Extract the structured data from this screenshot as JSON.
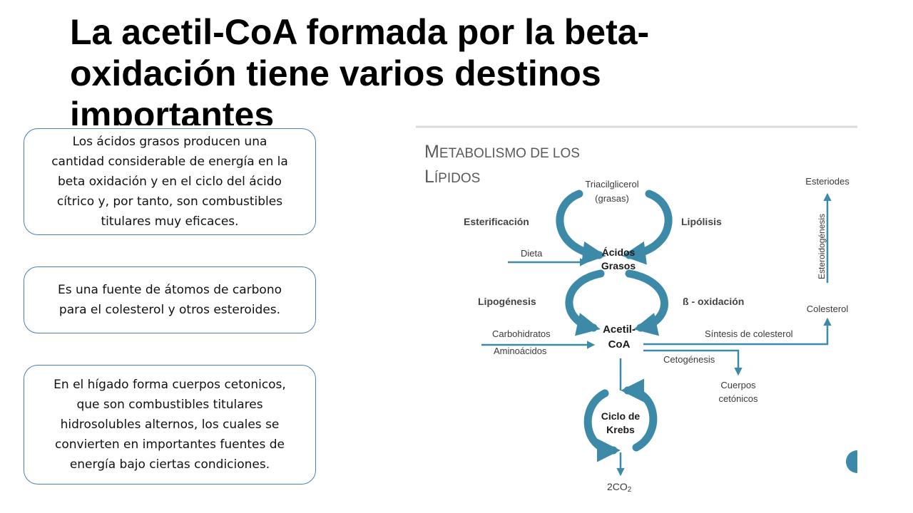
{
  "slide": {
    "title_lines": [
      "La acetil-CoA formada por la beta-",
      "oxidación tiene varios destinos",
      "importantes"
    ]
  },
  "boxes": [
    {
      "lines": [
        "Los ácidos grasos producen una",
        "cantidad considerable de energía en la",
        "beta oxidación y en el ciclo del ácido",
        "cítrico y, por tanto, son combustibles",
        "titulares muy eficaces."
      ]
    },
    {
      "lines": [
        "Es una fuente de átomos de carbono",
        "para el colesterol y otros esteroides."
      ]
    },
    {
      "lines": [
        "En el hígado forma cuerpos cetonicos,",
        "que son combustibles titulares",
        "hidrosolubles alternos, los cuales se",
        "convierten en importantes fuentes de",
        "energía bajo ciertas condiciones."
      ]
    }
  ],
  "diagram": {
    "title_line1_first": "M",
    "title_line1_rest": "ETABOLISMO DE LOS",
    "title_line2_first": "L",
    "title_line2_rest": "ÍPIDOS",
    "triacilglicerol": "Triacilglicerol",
    "grasas": "(grasas)",
    "esterificacion": "Esterificación",
    "lipolisis": "Lipólisis",
    "dieta": "Dieta",
    "acidos": "Ácidos",
    "grasos": "Grasos",
    "lipogenesis": "Lipogénesis",
    "beta_oxidacion": "ß - oxidación",
    "carbohidratos": "Carbohidratos",
    "aminoacidos": "Aminoácidos",
    "acetil": "Acetil-",
    "coa": "CoA",
    "sintesis_colesterol": "Síntesis de colesterol",
    "cetogenesis": "Cetogénesis",
    "cuerpos": "Cuerpos",
    "cetonicos": "cetónicos",
    "ciclo_de": "Ciclo de",
    "krebs": "Krebs",
    "co2": "2CO",
    "co2_sub": "2",
    "esteriodes": "Esteriodes",
    "esteroidogenesis": "Esteroidogénesis",
    "colesterol": "Colesterol"
  },
  "colors": {
    "arrow": "#3d8aa8",
    "box_border": "#4a7fb5"
  }
}
